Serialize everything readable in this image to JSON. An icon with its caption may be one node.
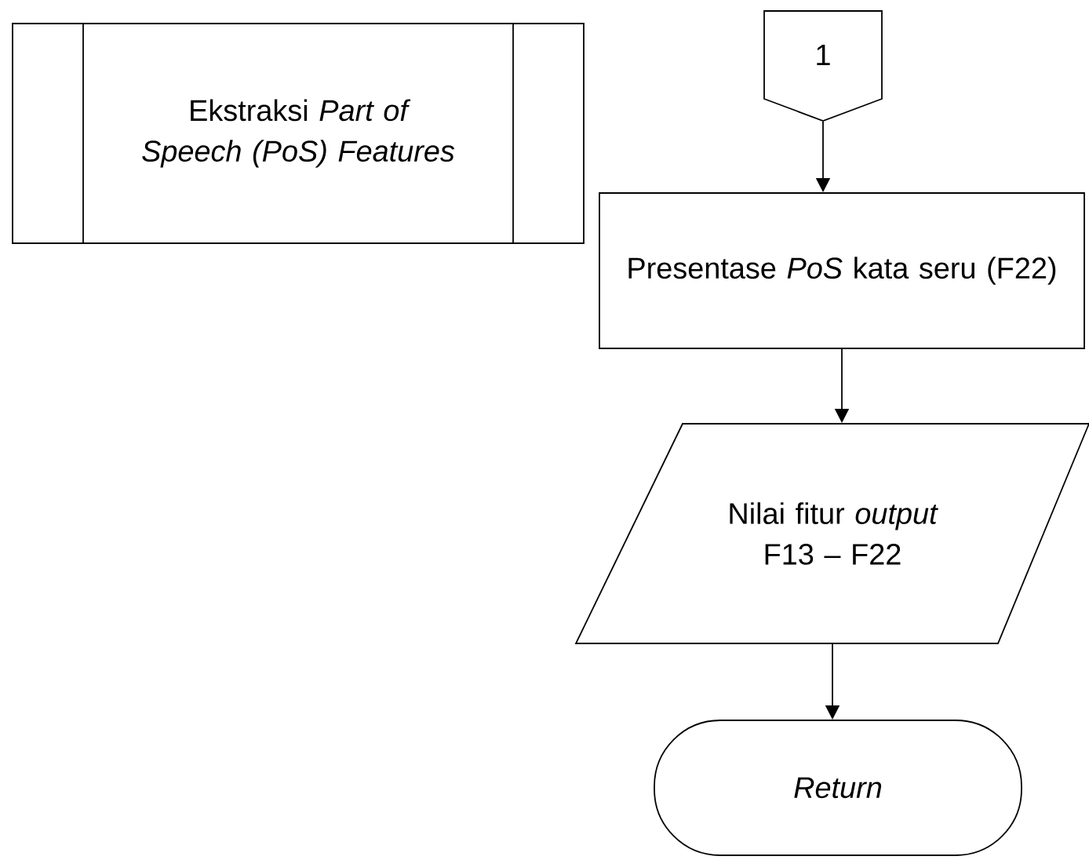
{
  "diagram": {
    "nodes": [
      {
        "text": [
          "Ekstraksi *Part of Speech (PoS) Features*"
        ]
      },
      {
        "text": [
          "1"
        ]
      },
      {
        "text": [
          "Presentase *PoS* kata seru (F22)"
        ]
      },
      {
        "text": [
          "Nilai fitur *output* F13 – F22"
        ]
      },
      {
        "text": [
          "Return"
        ]
      }
    ],
    "edges": [
      {
        "from": 1,
        "to": 2,
        "arrow": "to"
      },
      {
        "from": 2,
        "to": 3,
        "arrow": "to"
      },
      {
        "from": 3,
        "to": 4,
        "arrow": "to"
      }
    ]
  }
}
